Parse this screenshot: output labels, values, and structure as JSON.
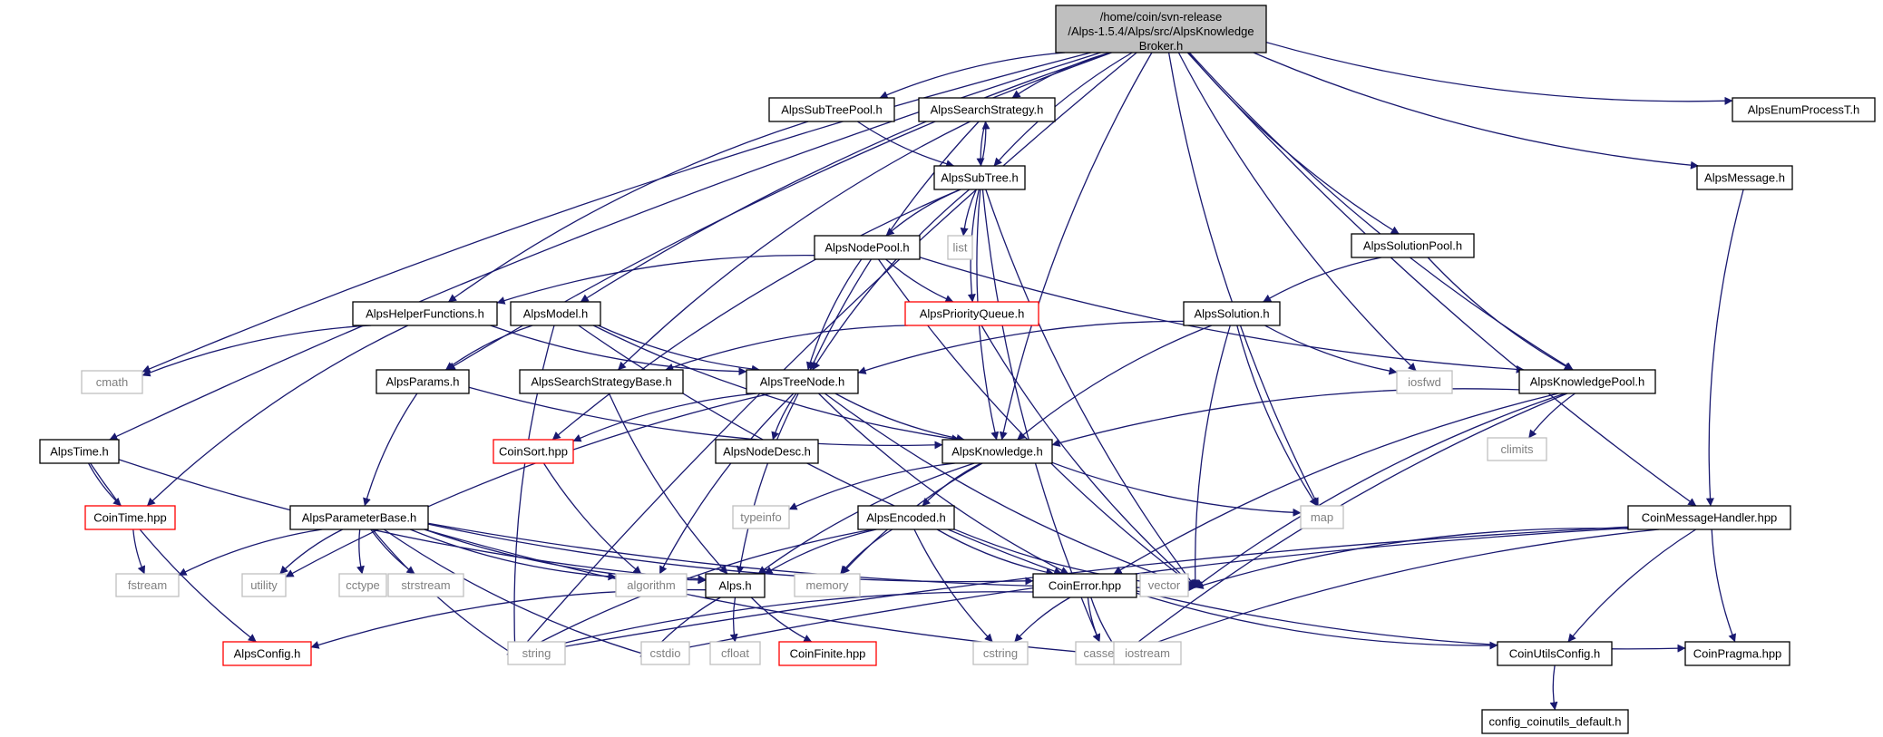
{
  "root_label_lines": [
    "/home/coin/svn-release",
    "/Alps-1.5.4/Alps/src/AlpsKnowledge",
    "Broker.h"
  ],
  "colors": {
    "root_fill": "#bfbfbf",
    "root_border": "#000000",
    "header_border": "#000000",
    "truncated_border": "#ff0000",
    "system_border": "#bfbfbf",
    "system_text": "#7f7f7f",
    "edge": "#191970"
  },
  "nodes": [
    {
      "id": "root",
      "label": "/home/coin/svn-release /Alps-1.5.4/Alps/src/AlpsKnowledge Broker.h",
      "kind": "root"
    },
    {
      "id": "AlpsSubTreePool",
      "label": "AlpsSubTreePool.h",
      "kind": "header"
    },
    {
      "id": "AlpsSearchStrategy",
      "label": "AlpsSearchStrategy.h",
      "kind": "header"
    },
    {
      "id": "AlpsEnumProcessT",
      "label": "AlpsEnumProcessT.h",
      "kind": "header"
    },
    {
      "id": "AlpsSubTree",
      "label": "AlpsSubTree.h",
      "kind": "header"
    },
    {
      "id": "AlpsMessage",
      "label": "AlpsMessage.h",
      "kind": "header"
    },
    {
      "id": "list",
      "label": "list",
      "kind": "system"
    },
    {
      "id": "AlpsNodePool",
      "label": "AlpsNodePool.h",
      "kind": "header"
    },
    {
      "id": "AlpsSolutionPool",
      "label": "AlpsSolutionPool.h",
      "kind": "header"
    },
    {
      "id": "AlpsHelperFunctions",
      "label": "AlpsHelperFunctions.h",
      "kind": "header"
    },
    {
      "id": "AlpsModel",
      "label": "AlpsModel.h",
      "kind": "header"
    },
    {
      "id": "AlpsPriorityQueue",
      "label": "AlpsPriorityQueue.h",
      "kind": "truncated"
    },
    {
      "id": "AlpsSolution",
      "label": "AlpsSolution.h",
      "kind": "header"
    },
    {
      "id": "cmath",
      "label": "cmath",
      "kind": "system"
    },
    {
      "id": "AlpsParams",
      "label": "AlpsParams.h",
      "kind": "header"
    },
    {
      "id": "AlpsSearchStrategyBase",
      "label": "AlpsSearchStrategyBase.h",
      "kind": "header"
    },
    {
      "id": "AlpsTreeNode",
      "label": "AlpsTreeNode.h",
      "kind": "header"
    },
    {
      "id": "iosfwd",
      "label": "iosfwd",
      "kind": "system"
    },
    {
      "id": "AlpsKnowledgePool",
      "label": "AlpsKnowledgePool.h",
      "kind": "header"
    },
    {
      "id": "AlpsTime",
      "label": "AlpsTime.h",
      "kind": "header"
    },
    {
      "id": "CoinSort",
      "label": "CoinSort.hpp",
      "kind": "truncated"
    },
    {
      "id": "AlpsNodeDesc",
      "label": "AlpsNodeDesc.h",
      "kind": "header"
    },
    {
      "id": "AlpsKnowledge",
      "label": "AlpsKnowledge.h",
      "kind": "header"
    },
    {
      "id": "climits",
      "label": "climits",
      "kind": "system"
    },
    {
      "id": "CoinTime",
      "label": "CoinTime.hpp",
      "kind": "truncated"
    },
    {
      "id": "typeinfo",
      "label": "typeinfo",
      "kind": "system"
    },
    {
      "id": "AlpsEncoded",
      "label": "AlpsEncoded.h",
      "kind": "header"
    },
    {
      "id": "map",
      "label": "map",
      "kind": "system"
    },
    {
      "id": "AlpsParameterBase",
      "label": "AlpsParameterBase.h",
      "kind": "header"
    },
    {
      "id": "CoinMessageHandler",
      "label": "CoinMessageHandler.hpp",
      "kind": "header"
    },
    {
      "id": "fstream",
      "label": "fstream",
      "kind": "system"
    },
    {
      "id": "utility",
      "label": "utility",
      "kind": "system"
    },
    {
      "id": "cctype",
      "label": "cctype",
      "kind": "system"
    },
    {
      "id": "strstream",
      "label": "strstream",
      "kind": "system"
    },
    {
      "id": "algorithm",
      "label": "algorithm",
      "kind": "system"
    },
    {
      "id": "AlpsH",
      "label": "Alps.h",
      "kind": "header"
    },
    {
      "id": "memory",
      "label": "memory",
      "kind": "system"
    },
    {
      "id": "CoinError",
      "label": "CoinError.hpp",
      "kind": "header"
    },
    {
      "id": "vector",
      "label": "vector",
      "kind": "system"
    },
    {
      "id": "AlpsConfig",
      "label": "AlpsConfig.h",
      "kind": "truncated"
    },
    {
      "id": "string",
      "label": "string",
      "kind": "system"
    },
    {
      "id": "cstdio",
      "label": "cstdio",
      "kind": "system"
    },
    {
      "id": "cfloat",
      "label": "cfloat",
      "kind": "system"
    },
    {
      "id": "CoinFinite",
      "label": "CoinFinite.hpp",
      "kind": "truncated"
    },
    {
      "id": "cstring",
      "label": "cstring",
      "kind": "system"
    },
    {
      "id": "cassert",
      "label": "cassert",
      "kind": "system"
    },
    {
      "id": "iostream",
      "label": "iostream",
      "kind": "system"
    },
    {
      "id": "CoinUtilsConfig",
      "label": "CoinUtilsConfig.h",
      "kind": "header"
    },
    {
      "id": "CoinPragma",
      "label": "CoinPragma.hpp",
      "kind": "header"
    },
    {
      "id": "config_coinutils_default",
      "label": "config_coinutils_default.h",
      "kind": "header"
    }
  ],
  "edges": [
    [
      "root",
      "AlpsSubTreePool"
    ],
    [
      "root",
      "AlpsSearchStrategy"
    ],
    [
      "root",
      "AlpsEnumProcessT"
    ],
    [
      "root",
      "AlpsSubTree"
    ],
    [
      "root",
      "AlpsMessage"
    ],
    [
      "root",
      "AlpsSolutionPool"
    ],
    [
      "root",
      "AlpsModel"
    ],
    [
      "root",
      "cmath"
    ],
    [
      "root",
      "AlpsParams"
    ],
    [
      "root",
      "iosfwd"
    ],
    [
      "root",
      "AlpsKnowledgePool"
    ],
    [
      "root",
      "AlpsTime"
    ],
    [
      "root",
      "AlpsKnowledge"
    ],
    [
      "root",
      "map"
    ],
    [
      "root",
      "CoinMessageHandler"
    ],
    [
      "root",
      "string"
    ],
    [
      "AlpsSubTreePool",
      "AlpsSubTree"
    ],
    [
      "AlpsSubTreePool",
      "AlpsHelperFunctions"
    ],
    [
      "AlpsSearchStrategy",
      "AlpsSubTree"
    ],
    [
      "AlpsSearchStrategy",
      "AlpsSearchStrategyBase"
    ],
    [
      "AlpsSearchStrategy",
      "AlpsTreeNode"
    ],
    [
      "AlpsSubTree",
      "AlpsSearchStrategy"
    ],
    [
      "AlpsSubTree",
      "list"
    ],
    [
      "AlpsSubTree",
      "AlpsNodePool"
    ],
    [
      "AlpsSubTree",
      "AlpsPriorityQueue"
    ],
    [
      "AlpsSubTree",
      "AlpsTreeNode"
    ],
    [
      "AlpsSubTree",
      "AlpsKnowledge"
    ],
    [
      "AlpsSubTree",
      "CoinSort"
    ],
    [
      "AlpsSubTree",
      "vector"
    ],
    [
      "AlpsSubTree",
      "cassert"
    ],
    [
      "AlpsMessage",
      "CoinMessageHandler"
    ],
    [
      "AlpsNodePool",
      "AlpsHelperFunctions"
    ],
    [
      "AlpsNodePool",
      "AlpsPriorityQueue"
    ],
    [
      "AlpsNodePool",
      "AlpsTreeNode"
    ],
    [
      "AlpsNodePool",
      "AlpsKnowledgePool"
    ],
    [
      "AlpsNodePool",
      "vector"
    ],
    [
      "AlpsSolutionPool",
      "AlpsSolution"
    ],
    [
      "AlpsSolutionPool",
      "AlpsKnowledgePool"
    ],
    [
      "AlpsHelperFunctions",
      "cmath"
    ],
    [
      "AlpsHelperFunctions",
      "AlpsTreeNode"
    ],
    [
      "AlpsHelperFunctions",
      "CoinTime"
    ],
    [
      "AlpsModel",
      "AlpsParams"
    ],
    [
      "AlpsModel",
      "AlpsTreeNode"
    ],
    [
      "AlpsModel",
      "AlpsKnowledge"
    ],
    [
      "AlpsModel",
      "CoinError"
    ],
    [
      "AlpsModel",
      "string"
    ],
    [
      "AlpsPriorityQueue",
      "AlpsSearchStrategyBase"
    ],
    [
      "AlpsPriorityQueue",
      "vector"
    ],
    [
      "AlpsSolution",
      "AlpsTreeNode"
    ],
    [
      "AlpsSolution",
      "AlpsKnowledge"
    ],
    [
      "AlpsSolution",
      "iosfwd"
    ],
    [
      "AlpsSolution",
      "map"
    ],
    [
      "AlpsSolution",
      "vector"
    ],
    [
      "AlpsParams",
      "AlpsParameterBase"
    ],
    [
      "AlpsParams",
      "AlpsKnowledge"
    ],
    [
      "AlpsSearchStrategyBase",
      "AlpsH"
    ],
    [
      "AlpsTreeNode",
      "AlpsNodeDesc"
    ],
    [
      "AlpsTreeNode",
      "AlpsKnowledge"
    ],
    [
      "AlpsTreeNode",
      "CoinSort"
    ],
    [
      "AlpsTreeNode",
      "utility"
    ],
    [
      "AlpsTreeNode",
      "algorithm"
    ],
    [
      "AlpsTreeNode",
      "AlpsH"
    ],
    [
      "AlpsTreeNode",
      "CoinError"
    ],
    [
      "AlpsTreeNode",
      "vector"
    ],
    [
      "AlpsKnowledgePool",
      "AlpsKnowledge"
    ],
    [
      "AlpsKnowledgePool",
      "climits"
    ],
    [
      "AlpsKnowledgePool",
      "vector"
    ],
    [
      "AlpsKnowledgePool",
      "CoinError"
    ],
    [
      "AlpsKnowledgePool",
      "iostream"
    ],
    [
      "AlpsTime",
      "CoinTime"
    ],
    [
      "AlpsTime",
      "AlpsH"
    ],
    [
      "AlpsTime",
      "AlpsConfig"
    ],
    [
      "CoinSort",
      "algorithm"
    ],
    [
      "AlpsKnowledge",
      "typeinfo"
    ],
    [
      "AlpsKnowledge",
      "AlpsEncoded"
    ],
    [
      "AlpsKnowledge",
      "map"
    ],
    [
      "AlpsKnowledge",
      "memory"
    ],
    [
      "AlpsKnowledge",
      "AlpsH"
    ],
    [
      "CoinTime",
      "fstream"
    ],
    [
      "AlpsEncoded",
      "AlpsH"
    ],
    [
      "AlpsEncoded",
      "memory"
    ],
    [
      "AlpsEncoded",
      "CoinError"
    ],
    [
      "AlpsEncoded",
      "vector"
    ],
    [
      "AlpsEncoded",
      "cstring"
    ],
    [
      "AlpsEncoded",
      "string"
    ],
    [
      "AlpsParameterBase",
      "fstream"
    ],
    [
      "AlpsParameterBase",
      "utility"
    ],
    [
      "AlpsParameterBase",
      "cctype"
    ],
    [
      "AlpsParameterBase",
      "strstream"
    ],
    [
      "AlpsParameterBase",
      "algorithm"
    ],
    [
      "AlpsParameterBase",
      "AlpsH"
    ],
    [
      "AlpsParameterBase",
      "CoinError"
    ],
    [
      "AlpsParameterBase",
      "vector"
    ],
    [
      "AlpsParameterBase",
      "string"
    ],
    [
      "AlpsParameterBase",
      "cstdio"
    ],
    [
      "AlpsParameterBase",
      "iostream"
    ],
    [
      "CoinMessageHandler",
      "vector"
    ],
    [
      "CoinMessageHandler",
      "iostream"
    ],
    [
      "CoinMessageHandler",
      "CoinUtilsConfig"
    ],
    [
      "CoinMessageHandler",
      "CoinPragma"
    ],
    [
      "CoinMessageHandler",
      "string"
    ],
    [
      "CoinMessageHandler",
      "cstdio"
    ],
    [
      "AlpsH",
      "AlpsConfig"
    ],
    [
      "AlpsH",
      "cstdio"
    ],
    [
      "AlpsH",
      "cfloat"
    ],
    [
      "AlpsH",
      "CoinFinite"
    ],
    [
      "CoinError",
      "string"
    ],
    [
      "CoinError",
      "cstring"
    ],
    [
      "CoinError",
      "cassert"
    ],
    [
      "CoinError",
      "iostream"
    ],
    [
      "CoinError",
      "CoinUtilsConfig"
    ],
    [
      "CoinError",
      "CoinPragma"
    ],
    [
      "CoinUtilsConfig",
      "config_coinutils_default"
    ]
  ]
}
